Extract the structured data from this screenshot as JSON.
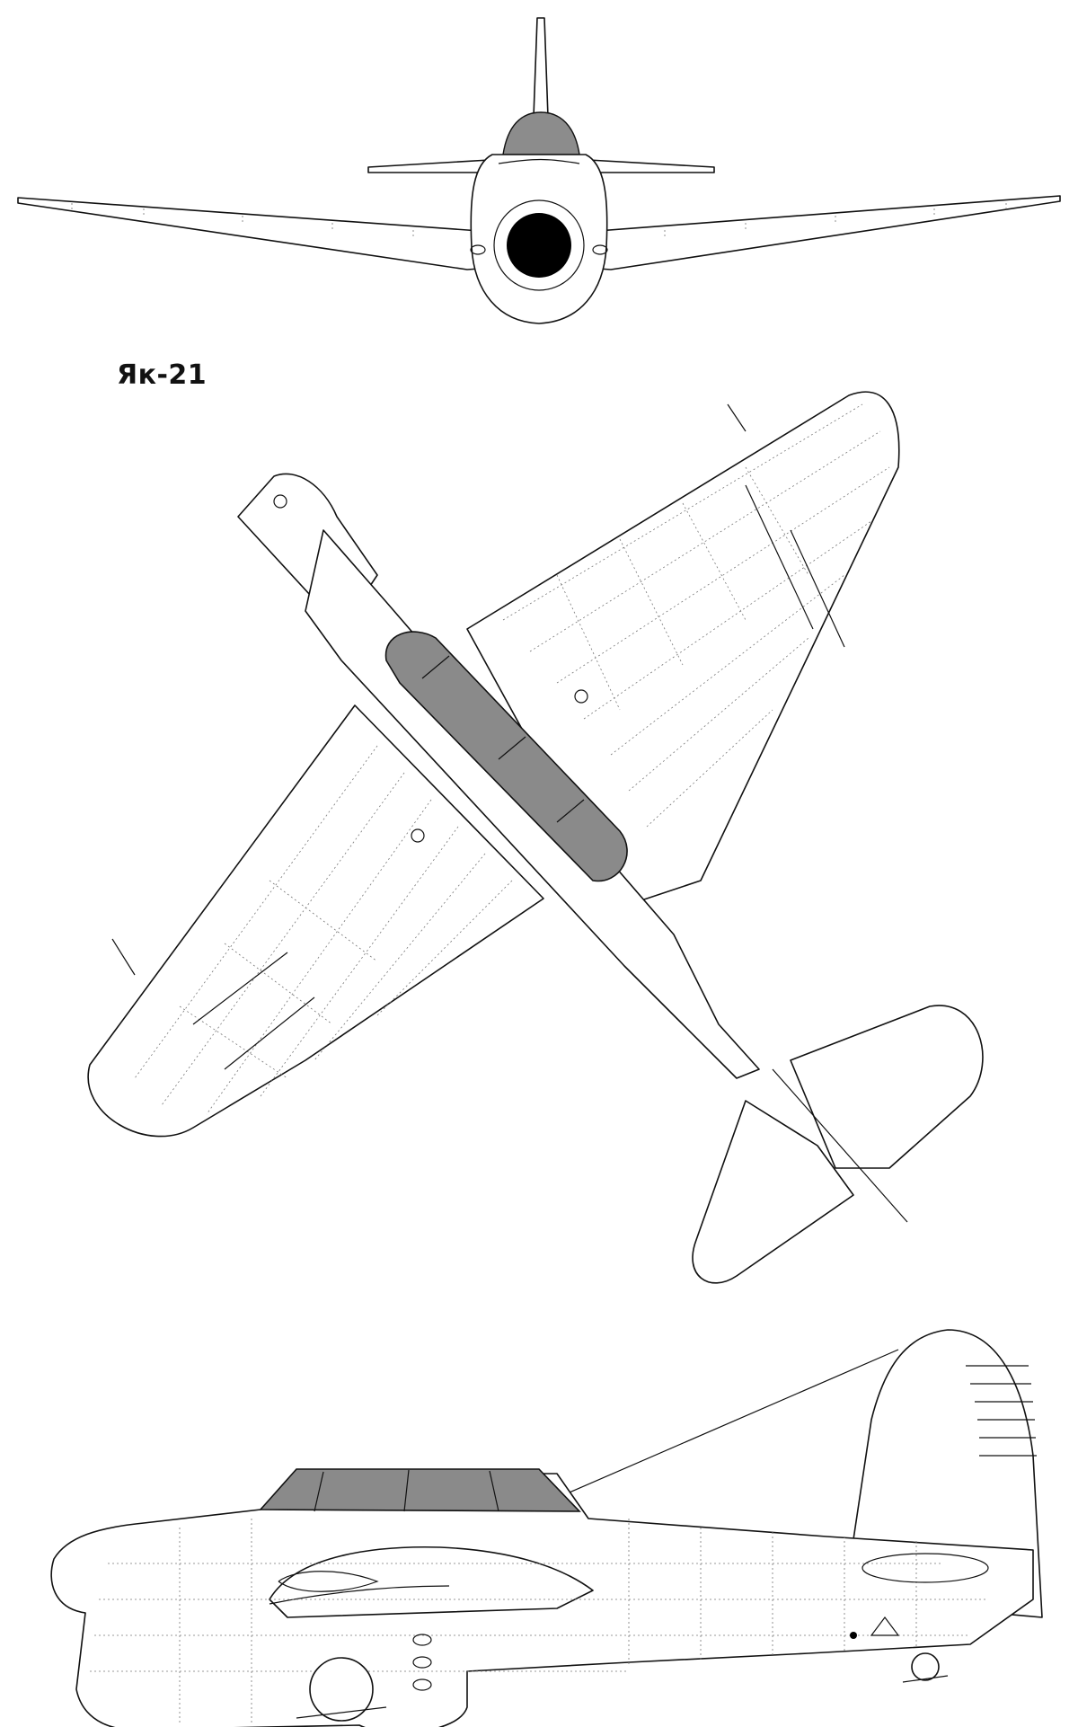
{
  "drawing": {
    "title": "Як-21",
    "views": [
      "front-view",
      "top-view",
      "side-view"
    ]
  },
  "colors": {
    "ink": "#111111",
    "glazing": "#8a8a8a",
    "panel_lines": "#777777",
    "intake": "#000000"
  }
}
